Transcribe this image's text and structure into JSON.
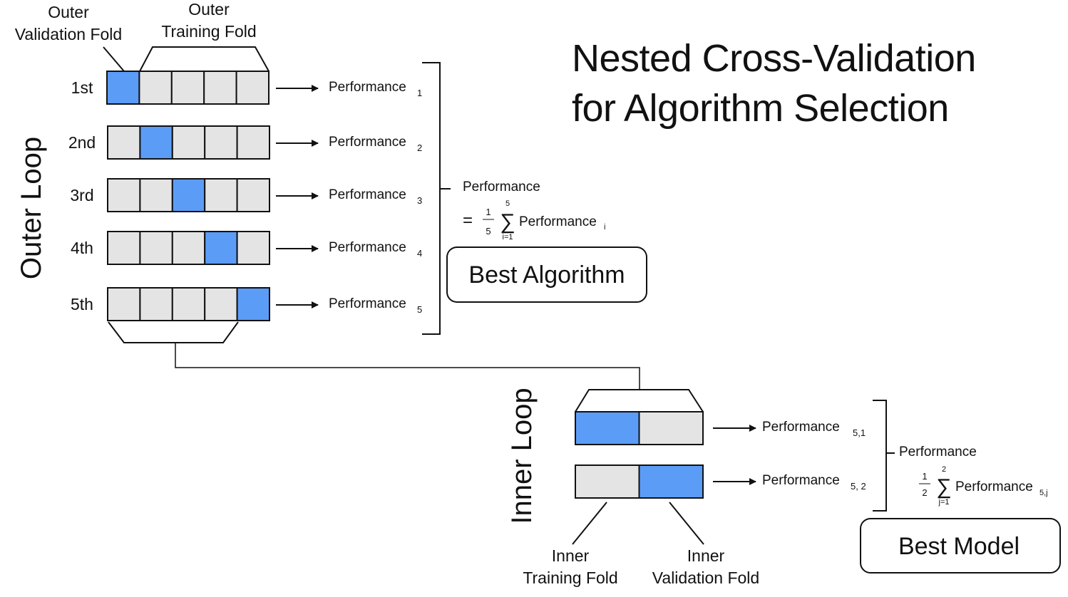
{
  "title": {
    "line1": "Nested Cross-Validation",
    "line2": "for Algorithm Selection"
  },
  "outer": {
    "loop_label": "Outer Loop",
    "validation_fold_label": [
      "Outer",
      "Validation Fold"
    ],
    "training_fold_label": [
      "Outer",
      "Training Fold"
    ],
    "rows": [
      {
        "label": "1st",
        "validation_index": 0,
        "perf": "Performance",
        "sub": "1"
      },
      {
        "label": "2nd",
        "validation_index": 1,
        "perf": "Performance",
        "sub": "2"
      },
      {
        "label": "3rd",
        "validation_index": 2,
        "perf": "Performance",
        "sub": "3"
      },
      {
        "label": "4th",
        "validation_index": 3,
        "perf": "Performance",
        "sub": "4"
      },
      {
        "label": "5th",
        "validation_index": 4,
        "perf": "Performance",
        "sub": "5"
      }
    ],
    "folds_per_row": 5,
    "summary": {
      "label": "Performance",
      "equals": "=",
      "num": "1",
      "den": "5",
      "sigma": "∑",
      "upper": "5",
      "lower": "i=1",
      "term": "Performance",
      "term_sub": "i"
    },
    "best_box": "Best Algorithm"
  },
  "inner": {
    "loop_label": "Inner Loop",
    "training_fold_label": [
      "Inner",
      "Training Fold"
    ],
    "validation_fold_label": [
      "Inner",
      "Validation Fold"
    ],
    "rows": [
      {
        "validation_index": 0,
        "perf": "Performance",
        "sub": "5,1"
      },
      {
        "validation_index": 1,
        "perf": "Performance",
        "sub": "5, 2"
      }
    ],
    "folds_per_row": 2,
    "summary": {
      "label": "Performance",
      "num": "1",
      "den": "2",
      "sigma": "∑",
      "upper": "2",
      "lower": "j=1",
      "term": "Performance",
      "term_sub": "5,j"
    },
    "best_box": "Best Model"
  },
  "colors": {
    "validation_fold": "#5b9cf7",
    "training_fold": "#e4e4e4",
    "stroke": "#111111"
  }
}
